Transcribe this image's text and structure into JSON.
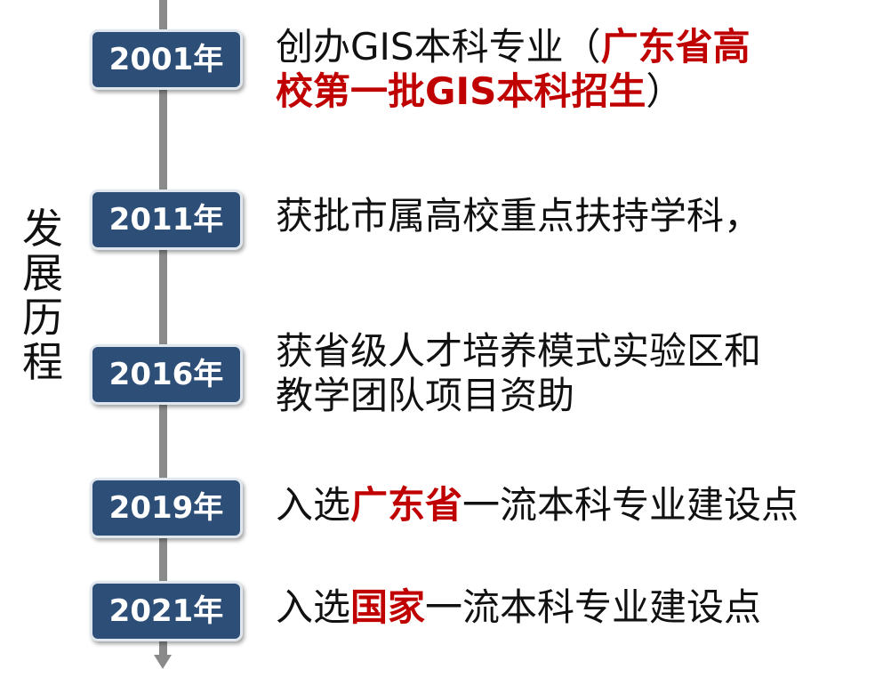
{
  "side_title": [
    "发",
    "展",
    "历",
    "程"
  ],
  "colors": {
    "year_box": "#2d4f77",
    "axis": "#8a8a8a",
    "highlight": "#c00000",
    "text": "#111111"
  },
  "events": [
    {
      "year": "2001年",
      "lines": [
        [
          {
            "text": "创办GIS本科专业（",
            "highlight": false
          },
          {
            "text": "广东省高",
            "highlight": true
          }
        ],
        [
          {
            "text": "校第一批GIS本科招生",
            "highlight": true
          },
          {
            "text": "）",
            "highlight": false
          }
        ]
      ]
    },
    {
      "year": "2011年",
      "lines": [
        [
          {
            "text": "获批市属高校重点扶持学科，",
            "highlight": false
          }
        ]
      ]
    },
    {
      "year": "2016年",
      "lines": [
        [
          {
            "text": "获省级人才培养模式实验区和",
            "highlight": false
          }
        ],
        [
          {
            "text": "教学团队项目资助",
            "highlight": false
          }
        ]
      ]
    },
    {
      "year": "2019年",
      "lines": [
        [
          {
            "text": "入选",
            "highlight": false
          },
          {
            "text": "广东省",
            "highlight": true
          },
          {
            "text": "一流本科专业建设点",
            "highlight": false
          }
        ]
      ]
    },
    {
      "year": "2021年",
      "lines": [
        [
          {
            "text": "入选",
            "highlight": false
          },
          {
            "text": "国家",
            "highlight": true
          },
          {
            "text": "一流本科专业建设点",
            "highlight": false
          }
        ]
      ]
    }
  ]
}
